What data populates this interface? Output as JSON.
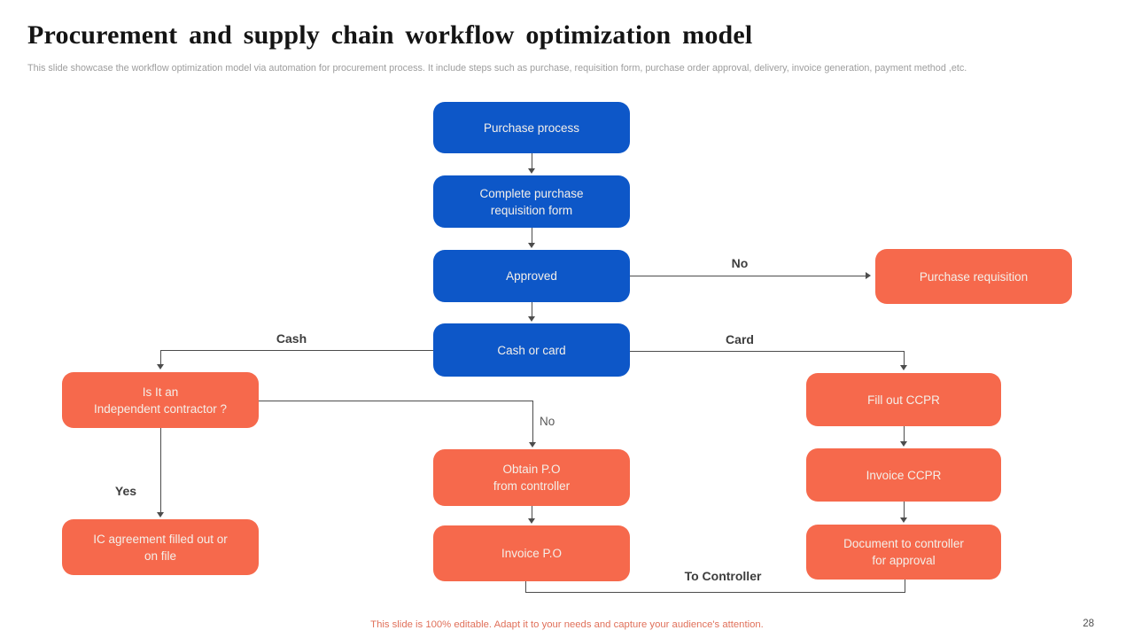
{
  "slide": {
    "title": "Procurement and supply chain workflow optimization model",
    "subtitle": "This slide showcase the workflow optimization model via automation for procurement process. It include steps such as purchase, requisition form, purchase order approval, delivery, invoice generation, payment method ,etc.",
    "footer_note": "This slide is 100% editable. Adapt it to your needs and capture your audience's attention.",
    "page_number": "28"
  },
  "colors": {
    "process_blue": "#0d57c8",
    "accent_orange": "#f6694c",
    "connector": "#4c4c4c",
    "footer_text": "#e0705a"
  },
  "flowchart": {
    "nodes": {
      "purchase_process": "Purchase process",
      "complete_purchase": "Complete purchase\nrequisition form",
      "approved": "Approved",
      "cash_or_card": "Cash or card",
      "purchase_requisition": "Purchase requisition",
      "independent_contractor": "Is It an\nIndependent  contractor ?",
      "fill_out_ccpr": "Fill out CCPR",
      "obtain_po": "Obtain P.O\nfrom controller",
      "invoice_ccpr": "Invoice  CCPR",
      "ic_agreement": "IC agreement filled out or\non file",
      "invoice_po": "Invoice  P.O",
      "document_controller": "Document to controller\nfor approval"
    },
    "edge_labels": {
      "no_top": "No",
      "cash": "Cash",
      "card": "Card",
      "no_center": "No",
      "yes": "Yes",
      "to_controller": "To Controller"
    }
  }
}
